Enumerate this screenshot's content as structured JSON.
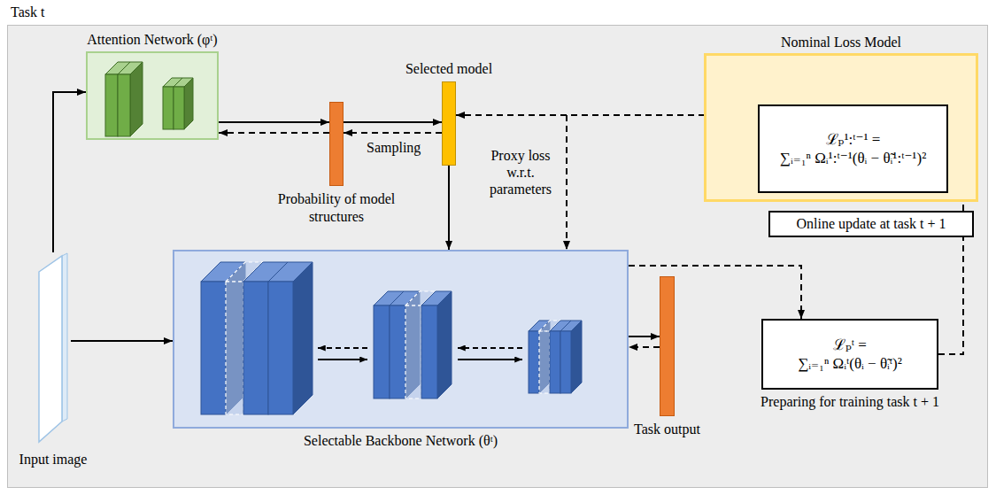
{
  "diagram": {
    "nodes": [
      {
        "text": [
          "Attention Network (φᵗ)"
        ]
      },
      {
        "text": [
          "Probability of model structures"
        ]
      },
      {
        "text": [
          "Selected model"
        ]
      },
      {
        "text": [
          "Nominal Loss Model"
        ]
      },
      {
        "text": [
          "ℒₚ¹:ᵗ⁻¹ =",
          "∑ᵢ₌₁ⁿ Ωᵢ¹:ᵗ⁻¹(θᵢ − θ̃ᵢ¹:ᵗ⁻¹)²"
        ],
        "in": 3
      },
      {
        "text": [
          "Input image"
        ]
      },
      {
        "text": [
          "Selectable Backbone Network (θᵗ)"
        ]
      },
      {
        "text": [
          "Task output"
        ]
      },
      {
        "text": [
          "Online update at task t + 1"
        ]
      },
      {
        "text": [
          "ℒₚᵗ =",
          "∑ᵢ₌₁ⁿ Ωᵢᵗ(θᵢ − θ̃ᵢᵗ)²",
          "Preparing for training task t + 1"
        ]
      }
    ],
    "edges": [
      {
        "from": 5,
        "to": 0,
        "arrow": "to"
      },
      {
        "from": 5,
        "to": 6,
        "arrow": "to"
      },
      {
        "from": 0,
        "to": 1,
        "arrow": "to"
      },
      {
        "from": 1,
        "to": 0,
        "arrow": "to"
      },
      {
        "from": 1,
        "to": 2,
        "arrow": "to",
        "label": "Sampling"
      },
      {
        "from": 2,
        "to": 1,
        "arrow": "to"
      },
      {
        "from": 2,
        "to": 6,
        "arrow": "to"
      },
      {
        "from": 6,
        "to": 7,
        "arrow": "to"
      },
      {
        "from": 7,
        "to": 6,
        "arrow": "to"
      },
      {
        "from": 4,
        "to": 2,
        "arrow": "to"
      },
      {
        "from": 4,
        "to": 6,
        "arrow": "to",
        "label": "Proxy loss w.r.t. parameters"
      },
      {
        "from": 6,
        "to": 9,
        "arrow": "to"
      },
      {
        "from": 9,
        "to": 8,
        "arrow": "none"
      },
      {
        "from": 8,
        "to": 4,
        "arrow": "to"
      }
    ],
    "labels": [
      "Task t"
    ]
  }
}
